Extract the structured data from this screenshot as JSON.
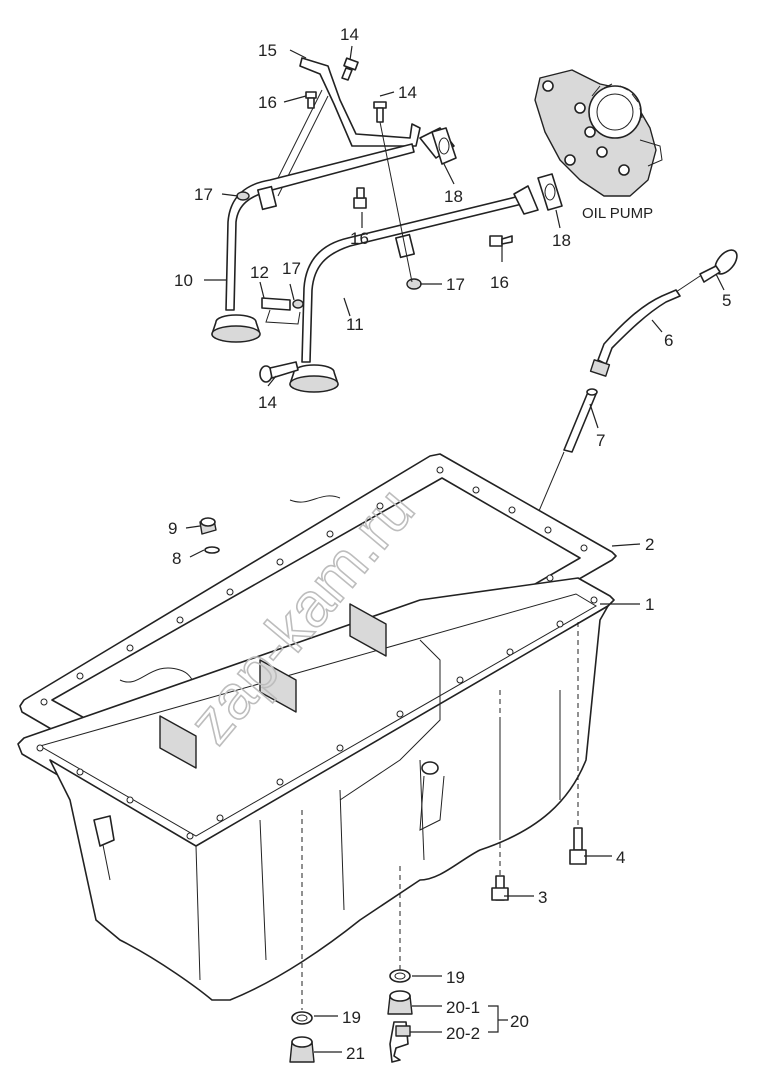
{
  "watermark": "zap-kam.ru",
  "oil_pump_label": "OIL PUMP",
  "callouts": {
    "c1": "1",
    "c2": "2",
    "c3": "3",
    "c4": "4",
    "c5": "5",
    "c6": "6",
    "c7": "7",
    "c8": "8",
    "c9": "9",
    "c10": "10",
    "c11": "11",
    "c12": "12",
    "c14a": "14",
    "c14b": "14",
    "c14c": "14",
    "c15": "15",
    "c16a": "16",
    "c16b": "16",
    "c16c": "16",
    "c17a": "17",
    "c17b": "17",
    "c17c": "17",
    "c18a": "18",
    "c18b": "18",
    "c19a": "19",
    "c19b": "19",
    "c20": "20",
    "c20_1": "20-1",
    "c20_2": "20-2",
    "c21": "21"
  }
}
